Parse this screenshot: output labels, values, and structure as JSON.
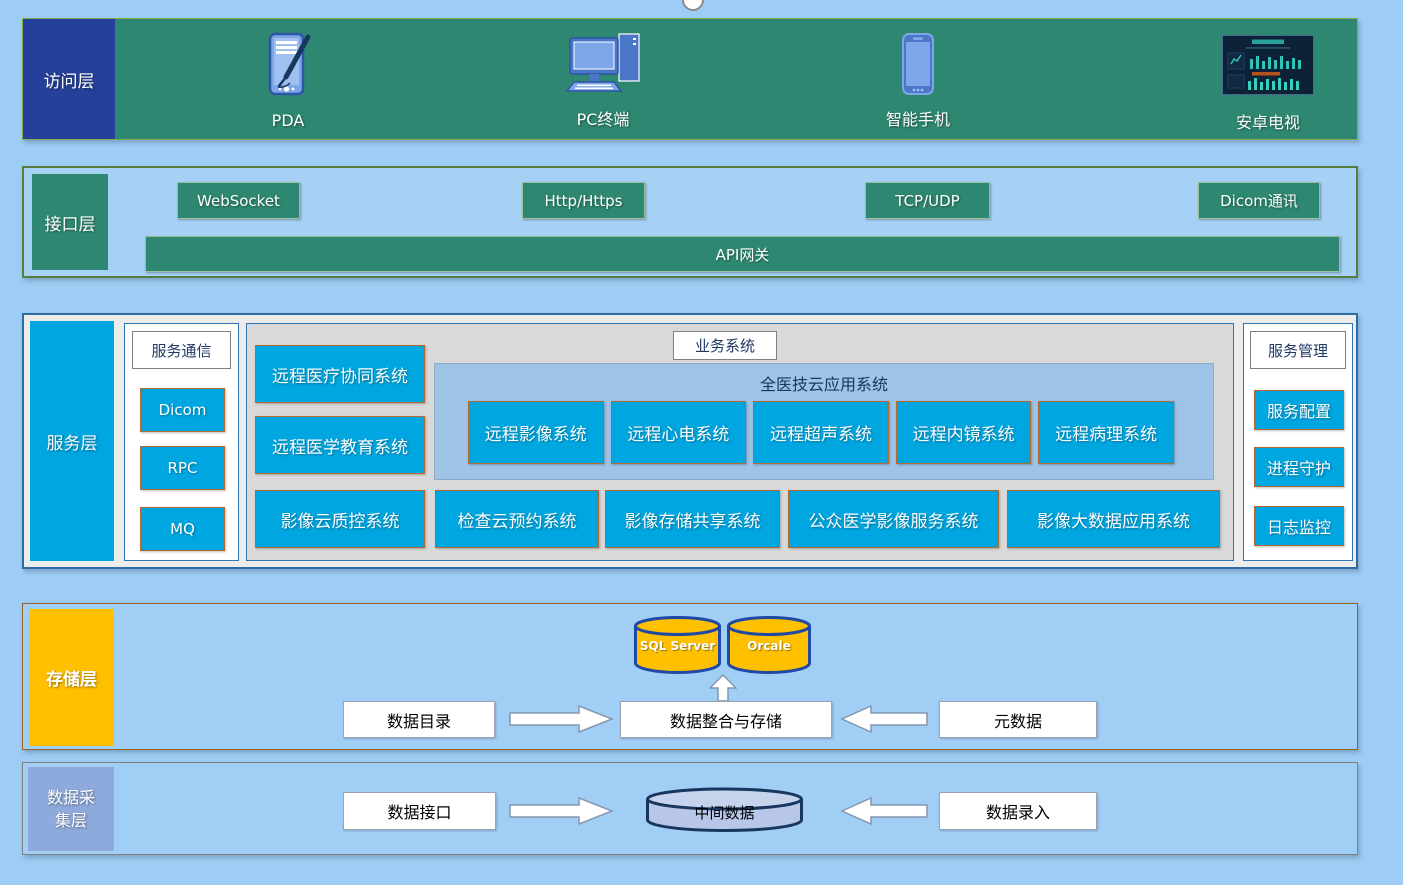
{
  "colors": {
    "background": "#9DCDF4",
    "green": "#2E8871",
    "navy": "#24409A",
    "cyan": "#00A6E0",
    "orange": "#FFC000",
    "periwinkle": "#8EA9DB",
    "panel_grey": "#D9D9D9",
    "cloud_blue": "#9DC3E6"
  },
  "access": {
    "label": "访问层",
    "items": [
      {
        "icon": "pda-icon",
        "label": "PDA"
      },
      {
        "icon": "desktop-computer-icon",
        "label": "PC终端"
      },
      {
        "icon": "smartphone-icon",
        "label": "智能手机"
      },
      {
        "icon": "android-tv-dashboard-icon",
        "label": "安卓电视"
      }
    ]
  },
  "interface": {
    "label": "接口层",
    "protocols": [
      "WebSocket",
      "Http/Https",
      "TCP/UDP",
      "Dicom通讯"
    ],
    "gateway": "API网关"
  },
  "service": {
    "label": "服务层",
    "comm": {
      "title": "服务通信",
      "items": [
        "Dicom",
        "RPC",
        "MQ"
      ]
    },
    "business": {
      "title": "业务系统",
      "left_systems": [
        "远程医疗协同系统",
        "远程医学教育系统",
        "影像云质控系统"
      ],
      "cloud": {
        "title": "全医技云应用系统",
        "systems": [
          "远程影像系统",
          "远程心电系统",
          "远程超声系统",
          "远程内镜系统",
          "远程病理系统"
        ]
      },
      "bottom_systems": [
        "检查云预约系统",
        "影像存储共享系统",
        "公众医学影像服务系统",
        "影像大数据应用系统"
      ]
    },
    "management": {
      "title": "服务管理",
      "items": [
        "服务配置",
        "进程守护",
        "日志监控"
      ]
    }
  },
  "storage": {
    "label": "存储层",
    "databases": [
      "SQL Server",
      "Orcale"
    ],
    "flow": {
      "left": "数据目录",
      "center": "数据整合与存储",
      "right": "元数据"
    }
  },
  "collection": {
    "label": "数据采集层",
    "flow": {
      "left": "数据接口",
      "center": "中间数据",
      "right": "数据录入"
    }
  }
}
